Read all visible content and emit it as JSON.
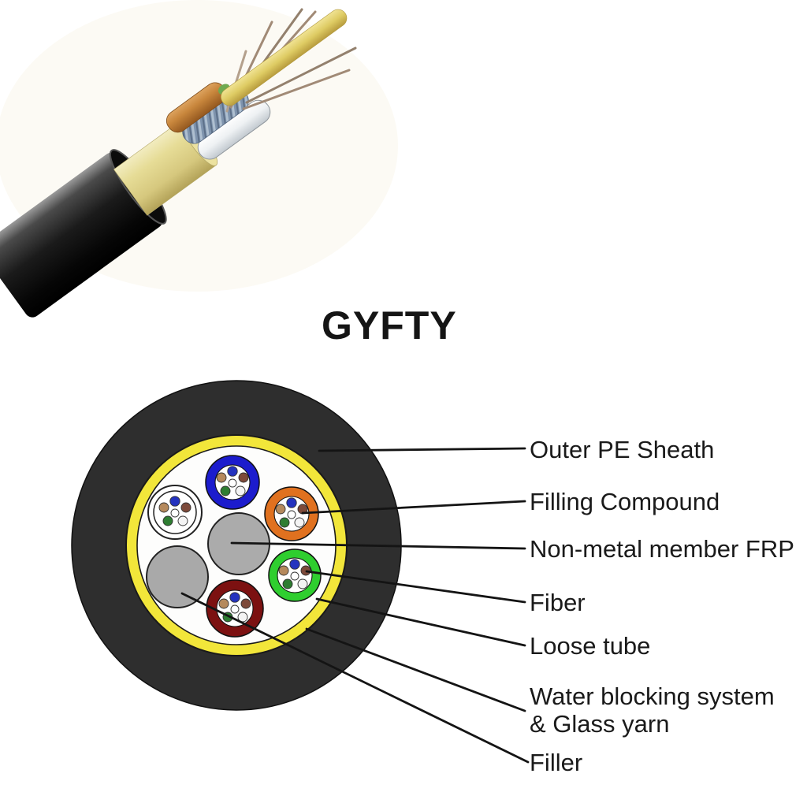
{
  "title": "GYFTY",
  "cross_section": {
    "labels": {
      "outer_pe_sheath": "Outer PE Sheath",
      "filling_compound": "Filling Compound",
      "non_metal_member_frp": "Non-metal member FRP",
      "fiber": "Fiber",
      "loose_tube": "Loose tube",
      "water_blocking_line1": "Water blocking system",
      "water_blocking_line2": "& Glass yarn",
      "filler": "Filler"
    }
  },
  "colors": {
    "sheath_black": "#2e2e2e",
    "water_blocking_yellow": "#f2e63a",
    "filling_white": "#fdfdfc",
    "tube_blue": "#1c1ccd",
    "tube_orange": "#e0711f",
    "tube_green": "#2fce2f",
    "tube_maroon": "#7c1111",
    "tube_white": "#ffffff",
    "frp_gray": "#ababab",
    "filler_gray": "#a9a9a9",
    "fiber_blue": "#2433bf",
    "fiber_tan": "#b5895c",
    "fiber_brown": "#7d4a3a",
    "fiber_green": "#2e7d32",
    "fiber_white": "#f4f4f4",
    "fiber_center": "#ffffff",
    "leader_line": "#141414"
  }
}
